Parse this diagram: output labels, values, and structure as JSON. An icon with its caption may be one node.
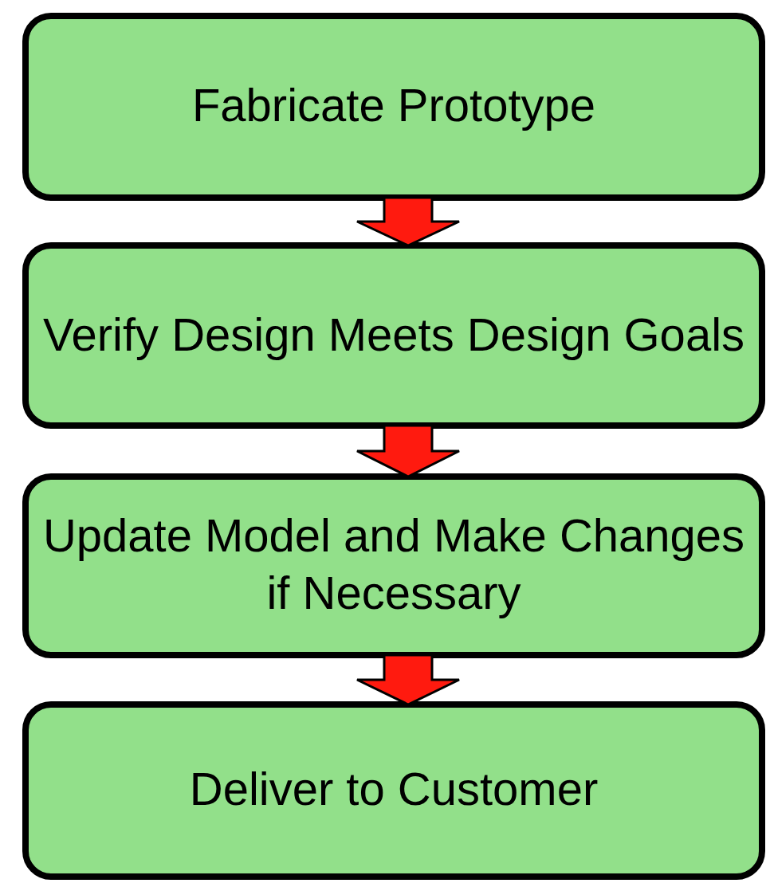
{
  "diagram": {
    "nodes": [
      {
        "text": [
          "Fabricate Prototype"
        ]
      },
      {
        "text": [
          "Verify Design Meets Design Goals"
        ]
      },
      {
        "text": [
          "Update Model and Make Changes if Necessary"
        ]
      },
      {
        "text": [
          "Deliver to Customer"
        ]
      }
    ],
    "edges": [
      {
        "from": 0,
        "to": 1,
        "arrow": "to"
      },
      {
        "from": 1,
        "to": 2,
        "arrow": "to"
      },
      {
        "from": 2,
        "to": 3,
        "arrow": "to"
      }
    ]
  }
}
